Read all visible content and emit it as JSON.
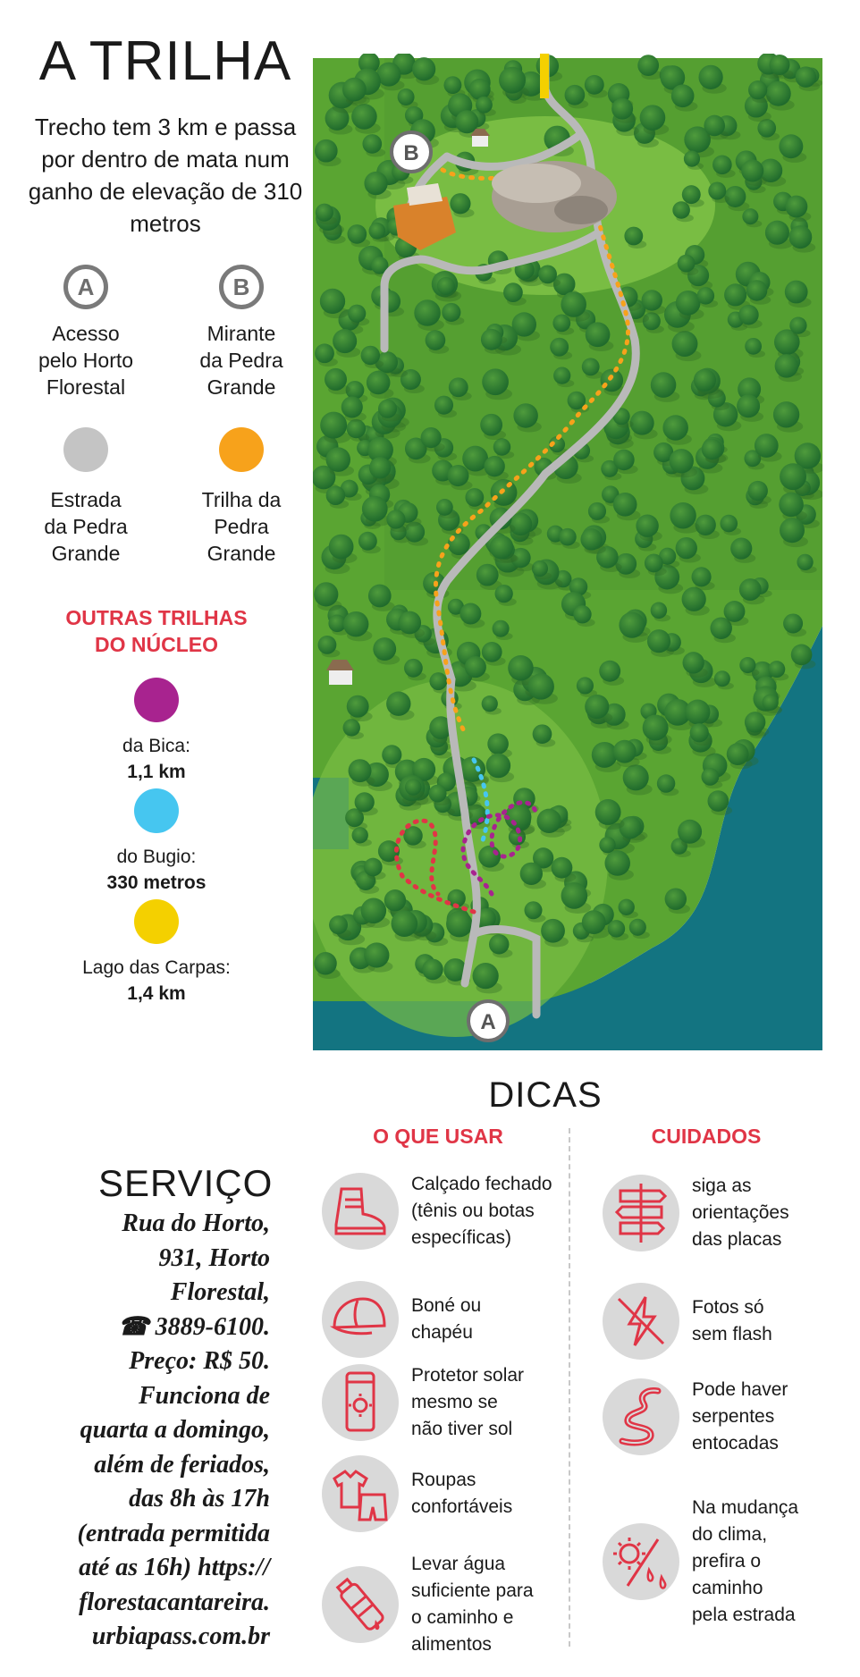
{
  "header": {
    "title": "A TRILHA",
    "subtitle": "Trecho tem 3 km e passa por dentro de mata num ganho de elevação de 310 metros"
  },
  "legend": {
    "a": {
      "letter": "A",
      "label": "Acesso\npelo Horto\nFlorestal"
    },
    "b": {
      "letter": "B",
      "label": "Mirante\nda Pedra\nGrande"
    },
    "road": {
      "color": "#c4c4c4",
      "label": "Estrada\nda Pedra\nGrande"
    },
    "trail": {
      "color": "#f7a21b",
      "label": "Trilha da\nPedra\nGrande"
    }
  },
  "other_trails": {
    "title": "OUTRAS TRILHAS\nDO NÚCLEO",
    "items": [
      {
        "color": "#a8238f",
        "name": "da Bica:",
        "length": "1,1 km"
      },
      {
        "color": "#46c6f0",
        "name": "do Bugio:",
        "length": "330 metros"
      },
      {
        "color": "#f4d000",
        "name": "Lago das Carpas:",
        "length": "1,4 km"
      }
    ]
  },
  "map": {
    "marker_a": "A",
    "marker_b": "B",
    "colors": {
      "forest": "#5aa532",
      "forest_dark": "#3f7f2a",
      "water": "#137481",
      "road": "#b9b9b9",
      "trail": "#f7a21b"
    }
  },
  "dicas": {
    "title": "DICAS",
    "what_to_use": {
      "title": "O QUE USAR",
      "items": [
        {
          "icon": "boot-icon",
          "text": "Calçado fechado\n(tênis ou botas\nespecíficas)"
        },
        {
          "icon": "cap-icon",
          "text": "Boné ou\nchapéu"
        },
        {
          "icon": "sunscreen-icon",
          "text": "Protetor solar\nmesmo se\nnão tiver sol"
        },
        {
          "icon": "clothes-icon",
          "text": "Roupas\nconfortáveis"
        },
        {
          "icon": "water-bottle-icon",
          "text": "Levar água\nsuficiente para\no caminho e\nalimentos"
        }
      ]
    },
    "care": {
      "title": "CUIDADOS",
      "items": [
        {
          "icon": "signpost-icon",
          "text": "siga as\norientações\ndas placas"
        },
        {
          "icon": "no-flash-icon",
          "text": "Fotos só\nsem flash"
        },
        {
          "icon": "snake-icon",
          "text": "Pode haver\nserpentes\nentocadas"
        },
        {
          "icon": "weather-icon",
          "text": "Na mudança\ndo clima,\nprefira o\ncaminho\npela estrada"
        }
      ]
    }
  },
  "service": {
    "title": "SERVIÇO",
    "body": "Rua do Horto,\n931, Horto\nFlorestal,\n☎ 3889-6100.\nPreço: R$ 50.\nFunciona de\nquarta a domingo,\nalém de feriados,\ndas 8h às 17h\n(entrada permitida\naté as 16h) https://\nflorestacantareira.\nurbiapass.com.br"
  }
}
